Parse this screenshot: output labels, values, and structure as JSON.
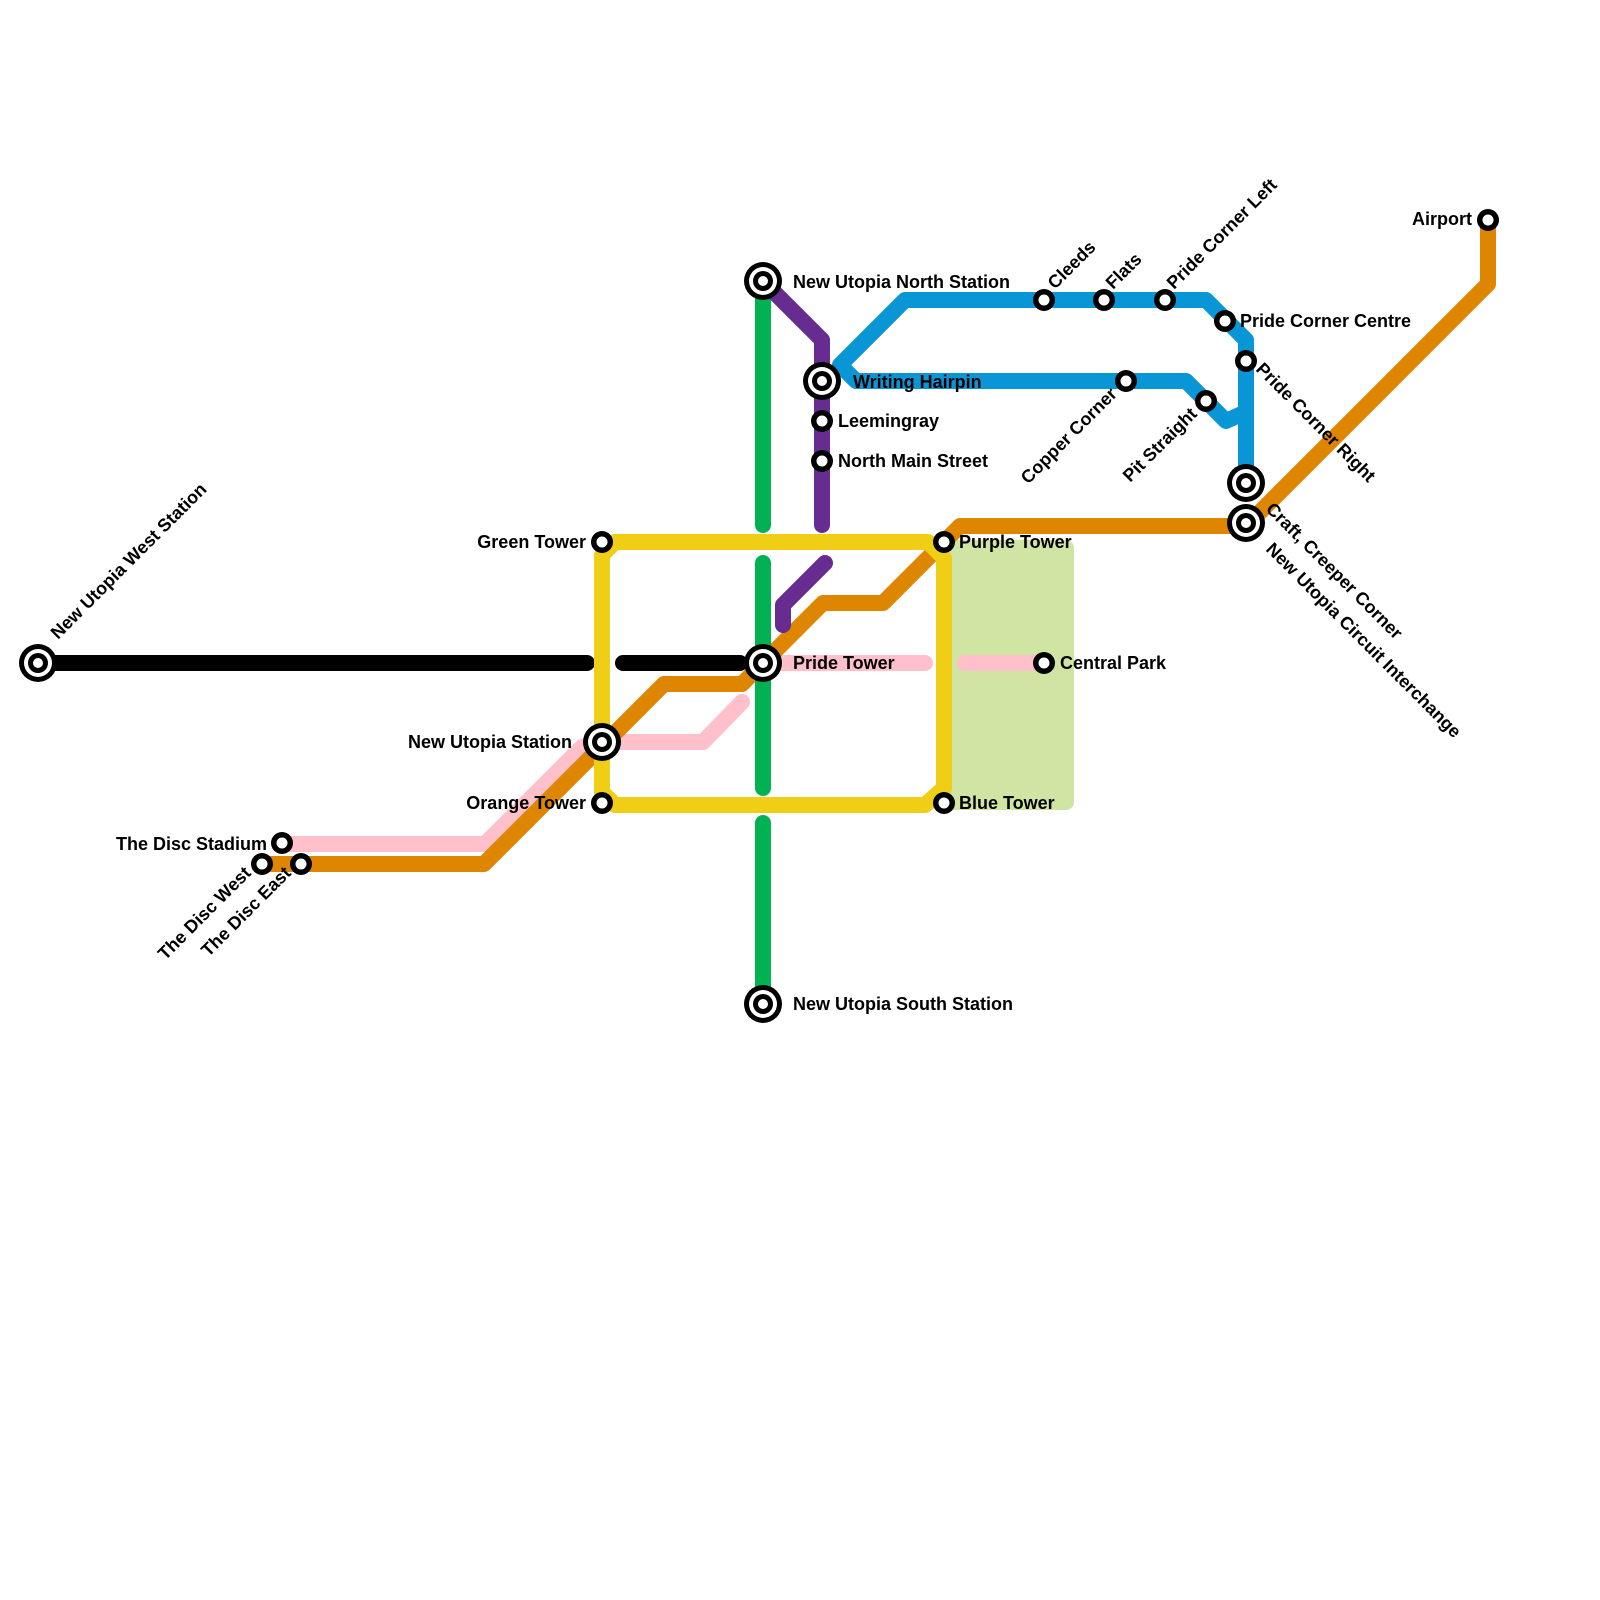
{
  "colors": {
    "orange": "#DF8600",
    "yellow": "#F0CE15",
    "green": "#00B251",
    "purple": "#662C90",
    "blue": "#0896D7",
    "pink": "#FFC0CB",
    "black": "#000000",
    "park": "#D0E5A4"
  },
  "lines": [
    {
      "color": "orange"
    },
    {
      "color": "yellow"
    },
    {
      "color": "green"
    },
    {
      "color": "purple"
    },
    {
      "color": "blue"
    },
    {
      "color": "pink"
    },
    {
      "color": "black"
    }
  ],
  "park_name": "Central Park",
  "stations": [
    {
      "name": "New Utopia West Station",
      "interchange": true
    },
    {
      "name": "New Utopia North Station",
      "interchange": true
    },
    {
      "name": "Writing Hairpin",
      "interchange": true
    },
    {
      "name": "Leemingray",
      "interchange": false
    },
    {
      "name": "North Main Street",
      "interchange": false
    },
    {
      "name": "Cleeds",
      "interchange": false
    },
    {
      "name": "Flats",
      "interchange": false
    },
    {
      "name": "Pride Corner Left",
      "interchange": false
    },
    {
      "name": "Pride Corner Centre",
      "interchange": false
    },
    {
      "name": "Pride Corner Right",
      "interchange": false
    },
    {
      "name": "Copper Corner",
      "interchange": false
    },
    {
      "name": "Pit Straight",
      "interchange": false
    },
    {
      "name": "Airport",
      "interchange": false
    },
    {
      "name": "Craft, Creeper Corner",
      "interchange": true
    },
    {
      "name": "New Utopia Circuit Interchange",
      "interchange": true
    },
    {
      "name": "Green Tower",
      "interchange": false
    },
    {
      "name": "Purple Tower",
      "interchange": false
    },
    {
      "name": "Pride Tower",
      "interchange": true
    },
    {
      "name": "Central Park",
      "interchange": false
    },
    {
      "name": "New Utopia Station",
      "interchange": true
    },
    {
      "name": "Orange Tower",
      "interchange": false
    },
    {
      "name": "Blue Tower",
      "interchange": false
    },
    {
      "name": "The Disc Stadium",
      "interchange": false
    },
    {
      "name": "The Disc West",
      "interchange": false
    },
    {
      "name": "The Disc East",
      "interchange": false
    },
    {
      "name": "New Utopia South Station",
      "interchange": true
    }
  ]
}
